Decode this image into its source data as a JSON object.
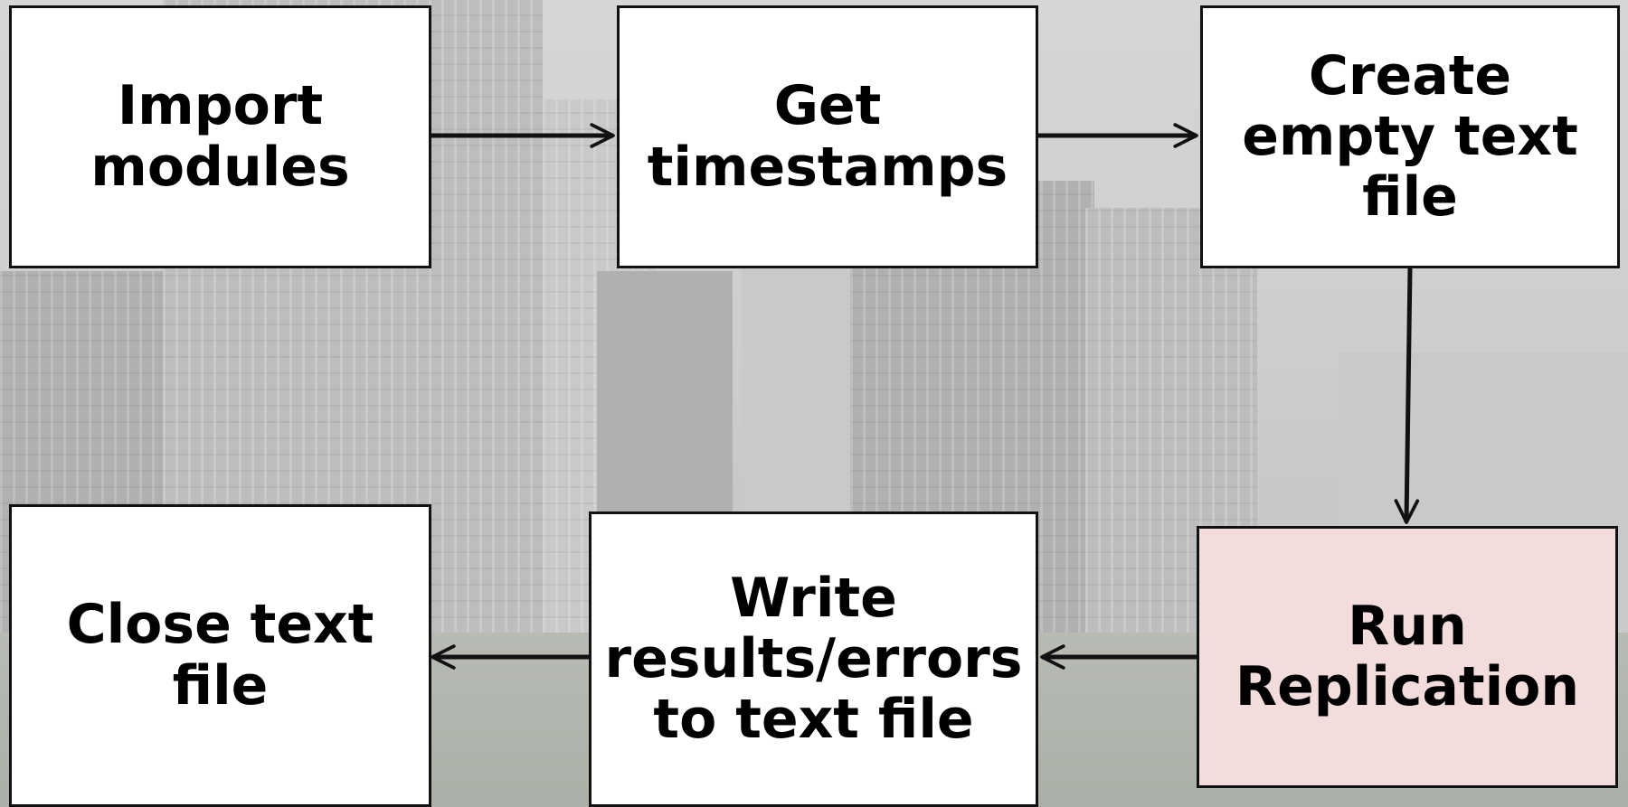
{
  "diagram": {
    "nodes": [
      {
        "id": "import-modules",
        "label": "Import\nmodules"
      },
      {
        "id": "get-timestamps",
        "label": "Get\ntimestamps"
      },
      {
        "id": "create-text-file",
        "label": "Create\nempty text\nfile"
      },
      {
        "id": "run-replication",
        "label": "Run\nReplication"
      },
      {
        "id": "write-results",
        "label": "Write\nresults/errors\nto text file"
      },
      {
        "id": "close-text-file",
        "label": "Close text\nfile"
      }
    ],
    "edges": [
      {
        "from": "import-modules",
        "to": "get-timestamps"
      },
      {
        "from": "get-timestamps",
        "to": "create-text-file"
      },
      {
        "from": "create-text-file",
        "to": "run-replication"
      },
      {
        "from": "run-replication",
        "to": "write-results"
      },
      {
        "from": "write-results",
        "to": "close-text-file"
      }
    ],
    "highlight_color": "#f2dcdc",
    "box_color": "#ffffff",
    "line_color": "#111111"
  }
}
